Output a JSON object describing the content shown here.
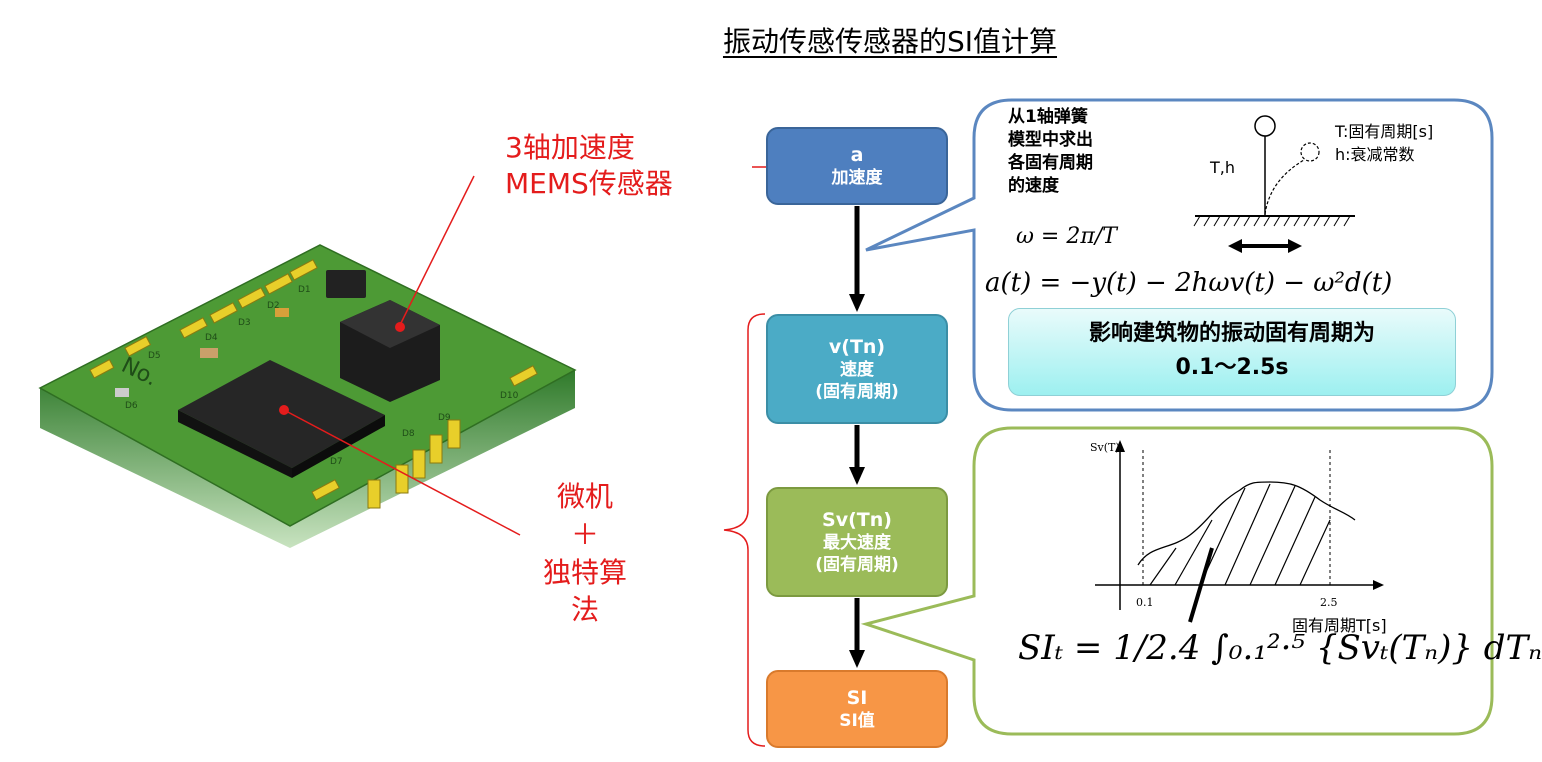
{
  "title": "振动传感传感器的SI值计算",
  "sensor_label": {
    "line1": "3轴加速度",
    "line2": "MEMS传感器"
  },
  "mcu_label": {
    "line1": "微机",
    "line2": "＋",
    "line3": "独特算法"
  },
  "pcb_text": {
    "board_mark": "No.",
    "pads": [
      "D1",
      "D2",
      "D3",
      "D4",
      "D5",
      "D6",
      "D7",
      "D8",
      "D9",
      "D10"
    ]
  },
  "flow": {
    "a": {
      "line1": "a",
      "line2": "加速度"
    },
    "v": {
      "line1": "v(Tn)",
      "line2": "速度",
      "line3": "(固有周期)"
    },
    "sv": {
      "line1": "Sv(Tn)",
      "line2": "最大速度",
      "line3": "(固有周期)"
    },
    "si": {
      "line1": "SI",
      "line2": "SI值"
    }
  },
  "callout1": {
    "text_lines": [
      "从1轴弹簧",
      "模型中求出",
      "各固有周期",
      "的速度"
    ],
    "omega_eq": "ω = 2π/T",
    "accel_eq": "a(t) = −y(t) − 2hωv(t) − ω²d(t)",
    "legend_T": "T:固有周期[s]",
    "legend_h": "h:衰减常数",
    "model_label": "T,h",
    "period_box": {
      "line1": "影响建筑物的振动固有周期为",
      "line2": "0.1～2.5s"
    }
  },
  "callout2": {
    "y_axis": "Sv(T)",
    "tick_start": "0.1",
    "tick_end": "2.5",
    "x_axis": "固有周期T[s]",
    "si_eq": "SIₜ = 1/2.4 ∫₀.₁²·⁵ {Svₜ(Tₙ)} dTₙ"
  },
  "colors": {
    "red": "#e41c1c",
    "box_a": "#4e7fbf",
    "box_v": "#4babc6",
    "box_sv": "#9bbb59",
    "box_si": "#f79646"
  }
}
